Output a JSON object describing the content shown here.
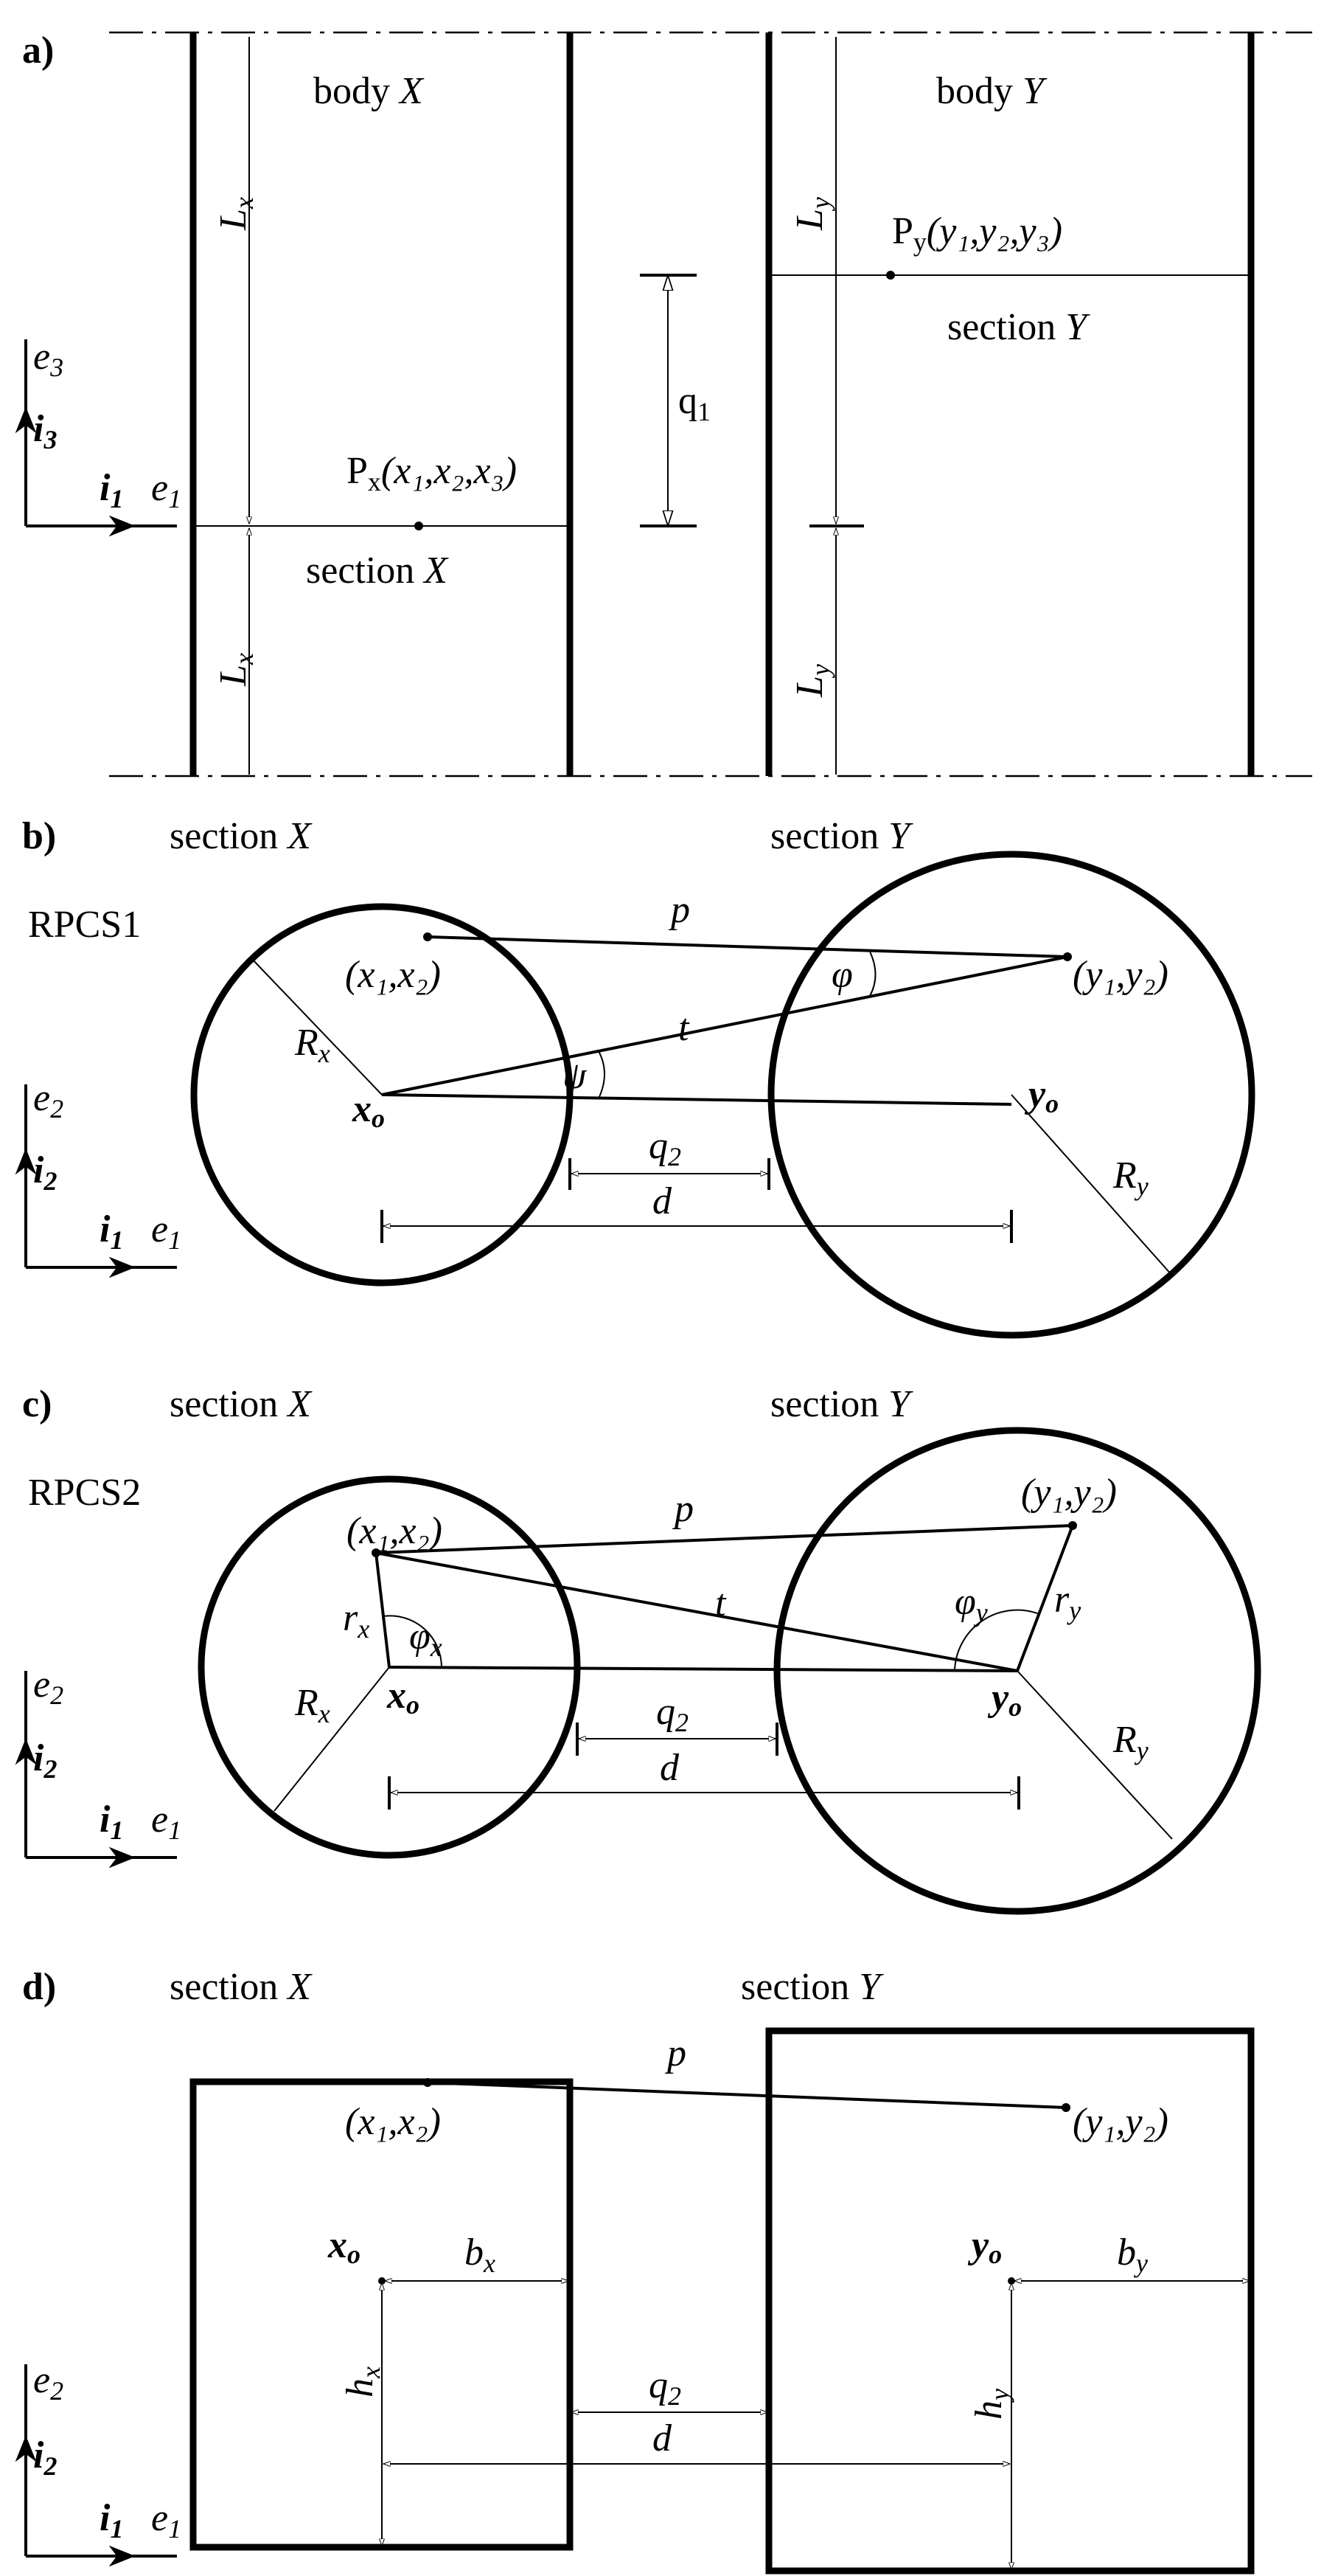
{
  "panels": {
    "a": {
      "label": "a)",
      "body_x": "body",
      "body_x_var": "X",
      "body_y": "body",
      "body_y_var": "Y",
      "Lx": "L",
      "Lx_sub": "x",
      "Ly": "L",
      "Ly_sub": "y",
      "q1": "q",
      "q1_sub": "1",
      "px_pre": "P",
      "px_sub": "x",
      "px_args": "(x₁,x₂,x₃)",
      "py_pre": "P",
      "py_sub": "y",
      "py_args": "(y₁,y₂,y₃)",
      "section_x": "section",
      "section_x_var": "X",
      "section_y": "section",
      "section_y_var": "Y",
      "axis_e3": "e",
      "axis_e3_sub": "3",
      "axis_i3": "i",
      "axis_i3_sub": "3",
      "axis_i1": "i",
      "axis_i1_sub": "1",
      "axis_e1": "e",
      "axis_e1_sub": "1"
    },
    "b": {
      "label": "b)",
      "section_x": "section",
      "section_x_var": "X",
      "section_y": "section",
      "section_y_var": "Y",
      "rpcs": "RPCS1",
      "p": "p",
      "t": "t",
      "phi": "φ",
      "psi": "ψ",
      "x12": "(x₁,x₂)",
      "y12": "(y₁,y₂)",
      "Rx": "R",
      "Rx_sub": "x",
      "Ry": "R",
      "Ry_sub": "y",
      "xo": "x",
      "xo_sub": "o",
      "yo": "y",
      "yo_sub": "o",
      "q2": "q",
      "q2_sub": "2",
      "d": "d",
      "axis_e2": "e",
      "axis_e2_sub": "2",
      "axis_i2": "i",
      "axis_i2_sub": "2",
      "axis_i1": "i",
      "axis_i1_sub": "1",
      "axis_e1": "e",
      "axis_e1_sub": "1"
    },
    "c": {
      "label": "c)",
      "section_x": "section",
      "section_x_var": "X",
      "section_y": "section",
      "section_y_var": "Y",
      "rpcs": "RPCS2",
      "p": "p",
      "t": "t",
      "x12": "(x₁,x₂)",
      "y12": "(y₁,y₂)",
      "rx": "r",
      "rx_sub": "x",
      "ry": "r",
      "ry_sub": "y",
      "phix": "φ",
      "phix_sub": "x",
      "phiy": "φ",
      "phiy_sub": "y",
      "Rx": "R",
      "Rx_sub": "x",
      "Ry": "R",
      "Ry_sub": "y",
      "xo": "x",
      "xo_sub": "o",
      "yo": "y",
      "yo_sub": "o",
      "q2": "q",
      "q2_sub": "2",
      "d": "d",
      "axis_e2": "e",
      "axis_e2_sub": "2",
      "axis_i2": "i",
      "axis_i2_sub": "2",
      "axis_i1": "i",
      "axis_i1_sub": "1",
      "axis_e1": "e",
      "axis_e1_sub": "1"
    },
    "d": {
      "label": "d)",
      "section_x": "section",
      "section_x_var": "X",
      "section_y": "section",
      "section_y_var": "Y",
      "p": "p",
      "x12": "(x₁,x₂)",
      "y12": "(y₁,y₂)",
      "xo": "x",
      "xo_sub": "o",
      "yo": "y",
      "yo_sub": "o",
      "bx": "b",
      "bx_sub": "x",
      "by": "b",
      "by_sub": "y",
      "hx": "h",
      "hx_sub": "x",
      "hy": "h",
      "hy_sub": "y",
      "q2": "q",
      "q2_sub": "2",
      "d": "d",
      "axis_e2": "e",
      "axis_e2_sub": "2",
      "axis_i2": "i",
      "axis_i2_sub": "2",
      "axis_i1": "i",
      "axis_i1_sub": "1",
      "axis_e1": "e",
      "axis_e1_sub": "1"
    }
  }
}
